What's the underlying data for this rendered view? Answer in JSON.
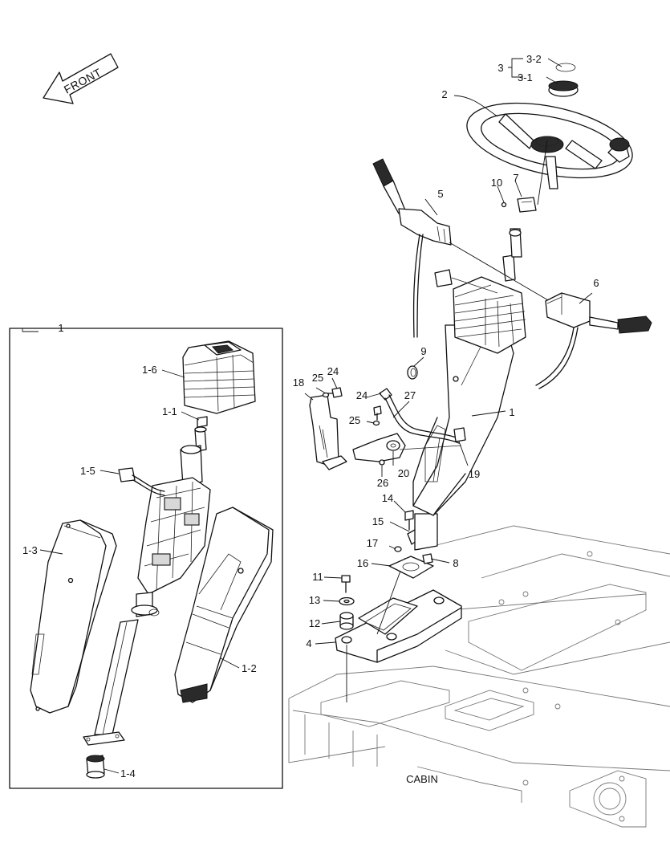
{
  "orientation": {
    "text": "FRONT"
  },
  "area_label": "CABIN",
  "detail_box": {
    "label": "1"
  },
  "callouts": {
    "p1": "1",
    "p1_1": "1-1",
    "p1_2": "1-2",
    "p1_3": "1-3",
    "p1_4": "1-4",
    "p1_5": "1-5",
    "p1_6": "1-6",
    "p2": "2",
    "p3": "3",
    "p3_1": "3-1",
    "p3_2": "3-2",
    "p4": "4",
    "p5": "5",
    "p6": "6",
    "p7": "7",
    "p8": "8",
    "p9": "9",
    "p10": "10",
    "p11": "11",
    "p12": "12",
    "p13": "13",
    "p14": "14",
    "p15": "15",
    "p16": "16",
    "p17": "17",
    "p18": "18",
    "p19": "19",
    "p20": "20",
    "p24a": "24",
    "p24b": "24",
    "p25a": "25",
    "p25b": "25",
    "p26": "26",
    "p27": "27"
  }
}
